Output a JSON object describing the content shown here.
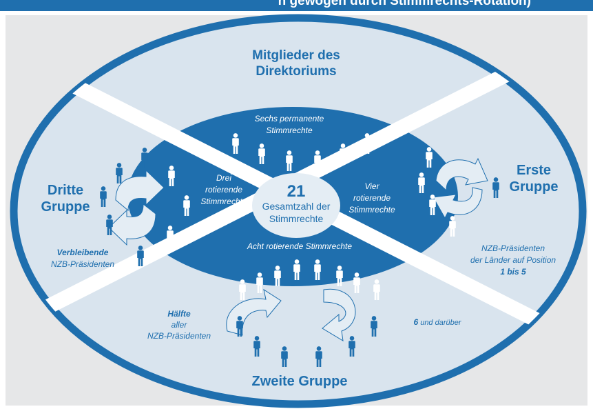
{
  "header": {
    "clipped_title": "n gewogen durch Stimmrechts-Rotation)"
  },
  "directorate": {
    "line1": "Mitglieder des",
    "line2": "Direktoriums"
  },
  "permanent": {
    "line1": "Sechs permanente",
    "line2": "Stimmrechte"
  },
  "center": {
    "number": "21",
    "line1": "Gesamtzahl der",
    "line2": "Stimmrechte"
  },
  "first_group": {
    "title_line1": "Erste",
    "title_line2": "Gruppe",
    "rotating_line1": "Vier",
    "rotating_line2": "rotierende",
    "rotating_line3": "Stimmrechte",
    "desc_line1": "NZB-Präsidenten",
    "desc_line2": "der Länder auf Position",
    "desc_line3": "1 bis 5"
  },
  "second_group": {
    "title": "Zweite Gruppe",
    "rotating": "Acht rotierende Stimmrechte",
    "desc_number": "6",
    "desc_rest": " und darüber",
    "share_bold": "Hälfte",
    "share_line2": "aller",
    "share_line3": "NZB-Präsidenten"
  },
  "third_group": {
    "title_line1": "Dritte",
    "title_line2": "Gruppe",
    "rotating_line1": "Drei",
    "rotating_line2": "rotierende",
    "rotating_line3": "Stimmrechte",
    "desc_bold": "Verbleibende",
    "desc_line2": "NZB-Präsidenten"
  },
  "colors": {
    "panel": "#e6e7e8",
    "outer_ellipse": "#d9e4ee",
    "inner_ellipse": "#1f6fae",
    "accent": "#1f6fae",
    "arrow": "#e4edf4"
  },
  "icons": [
    "person-icon-white",
    "person-icon-blue",
    "rotation-arrow"
  ]
}
